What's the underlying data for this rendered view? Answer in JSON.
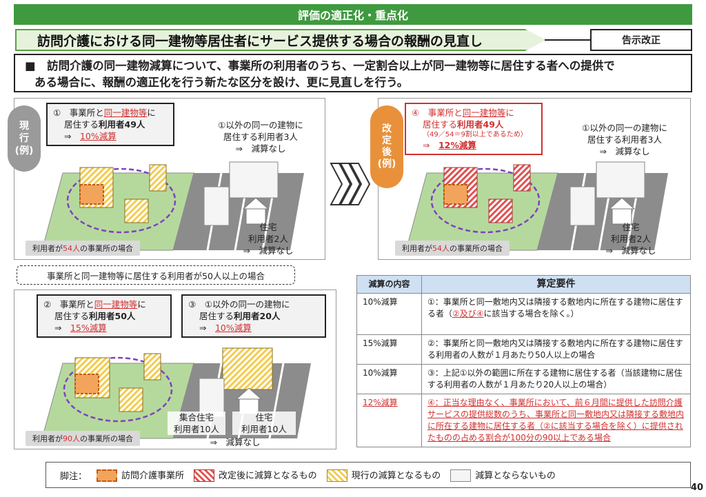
{
  "header": {
    "title": "評価の適正化・重点化"
  },
  "title": {
    "text": "訪問介護における同一建物等居住者にサービス提供する場合の報酬の見直し",
    "badge": "告示改正"
  },
  "summary": {
    "line1": "■　訪問介護の同一建物減算について、事業所の利用者のうち、一定割合以上が同一建物等に居住する者への提供で",
    "line2": "ある場合に、報酬の適正化を行う新たな区分を設け、更に見直しを行う。"
  },
  "current": {
    "tag": [
      "現",
      "行",
      "(例)"
    ],
    "callout1": {
      "num": "①",
      "line1a": "事業所と",
      "line1b": "同一建物等",
      "line1c": "に",
      "line2a": "居住する",
      "line2b": "利用者49人",
      "line3a": "⇒　",
      "line3b": "10%減算"
    },
    "note": [
      "①以外の同一の建物に",
      "居住する利用者3人",
      "⇒　減算なし"
    ],
    "house": [
      "住宅",
      "利用者2人",
      "⇒　減算なし"
    ],
    "label": {
      "pre": "利用者が",
      "num": "54人",
      "post": "の事業所の場合"
    }
  },
  "revised": {
    "tag": [
      "改",
      "定",
      "後",
      "(例)"
    ],
    "callout1": {
      "num": "④",
      "line1a": "事業所と",
      "line1b": "同一建物等",
      "line1c": "に",
      "line2a": "居住する",
      "line2b": "利用者49人",
      "line3": "（49／54＝9割以上であるため）",
      "line4a": "⇒　",
      "line4b": "12%減算"
    },
    "note": [
      "①以外の同一の建物に",
      "居住する利用者3人",
      "⇒　減算なし"
    ],
    "house": [
      "住宅",
      "利用者2人",
      "⇒　減算なし"
    ],
    "label": {
      "pre": "利用者が",
      "num": "54人",
      "post": "の事業所の場合"
    }
  },
  "over50": {
    "heading": "事業所と同一建物等に居住する利用者が50人以上の場合",
    "callout2": {
      "num": "②",
      "line1a": "事業所と",
      "line1b": "同一建物等",
      "line1c": "に",
      "line2a": "居住する",
      "line2b": "利用者50人",
      "line3a": "⇒　",
      "line3b": "15%減算"
    },
    "callout3": {
      "num": "③",
      "line1": "①以外の同一の建物に",
      "line2a": "居住する",
      "line2b": "利用者20人",
      "line3a": "⇒　",
      "line3b": "10%減算"
    },
    "apartment": [
      "集合住宅",
      "利用者10人"
    ],
    "house": [
      "住宅",
      "利用者10人"
    ],
    "none": "⇒　減算なし",
    "label": {
      "pre": "利用者が",
      "num": "90人",
      "post": "の事業所の場合"
    }
  },
  "table": {
    "headers": [
      "減算の内容",
      "算定要件"
    ],
    "rows": [
      {
        "type": "10%減算",
        "req_pre": "①：事業所と同一敷地内又は隣接する敷地内に所在する建物に居住する者（",
        "req_u": "②及び④",
        "req_post": "に該当する場合を除く。）"
      },
      {
        "type": "15%減算",
        "req": "②：事業所と同一敷地内又は隣接する敷地内に所在する建物に居住する利用者の人数が１月あたり50人以上の場合"
      },
      {
        "type": "10%減算",
        "req": "③：上記①以外の範囲に所在する建物に居住する者（当該建物に居住する利用者の人数が１月あたり20人以上の場合）"
      },
      {
        "type": "12%減算",
        "req": "④：正当な理由なく、事業所において、前６月間に提供した訪問介護サービスの提供総数のうち、事業所と同一敷地内又は隣接する敷地内に所在する建物に居住する者（②に該当する場合を除く）に提供されたものの占める割合が100分の90以上である場合"
      }
    ]
  },
  "legend": {
    "label": "脚注：",
    "items": [
      "訪問介護事業所",
      "改定後に減算となるもの",
      "現行の減算となるもの",
      "減算とならないもの"
    ]
  },
  "page": "40",
  "colors": {
    "green": "#3f9a3f",
    "red": "#d03030",
    "orange": "#e8913a",
    "gray_tag": "#9a9a9a"
  }
}
